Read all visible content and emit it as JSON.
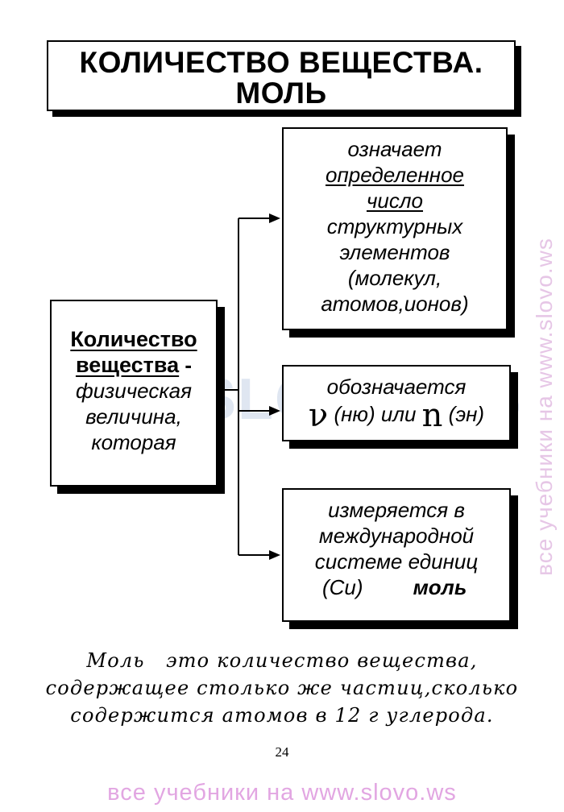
{
  "title": {
    "line1": "КОЛИЧЕСТВО ВЕЩЕСТВА.",
    "line2": "МОЛЬ"
  },
  "left_box": {
    "heading1": "Количество",
    "heading2": "вещества",
    "dash": " -",
    "line3": "физическая",
    "line4": "величина,",
    "line5": "которая"
  },
  "box1": {
    "lines": [
      "означает",
      "определенное",
      "число",
      "структурных",
      "элементов",
      "(молекул,",
      "атомов,ионов)"
    ]
  },
  "box2": {
    "line1": "обозначается",
    "symbol_nu": "ν",
    "nu_text": " (ню) или ",
    "symbol_n": "n",
    "n_text": " (эн)"
  },
  "box3": {
    "lines": [
      "измеряется в",
      "международной",
      "системе единиц"
    ],
    "si": "(Си)",
    "unit": "моль"
  },
  "definition": {
    "line1": "Моль   это количество вещества,",
    "line2": "содержащее столько же частиц,сколько",
    "line3": "содержится атомов в 12 г углерода."
  },
  "page_number": "24",
  "watermarks": {
    "bottom": "все учебники на www.slovo.ws",
    "side": "все учебники на www.slovo.ws",
    "center": "SLOVO.WS"
  }
}
